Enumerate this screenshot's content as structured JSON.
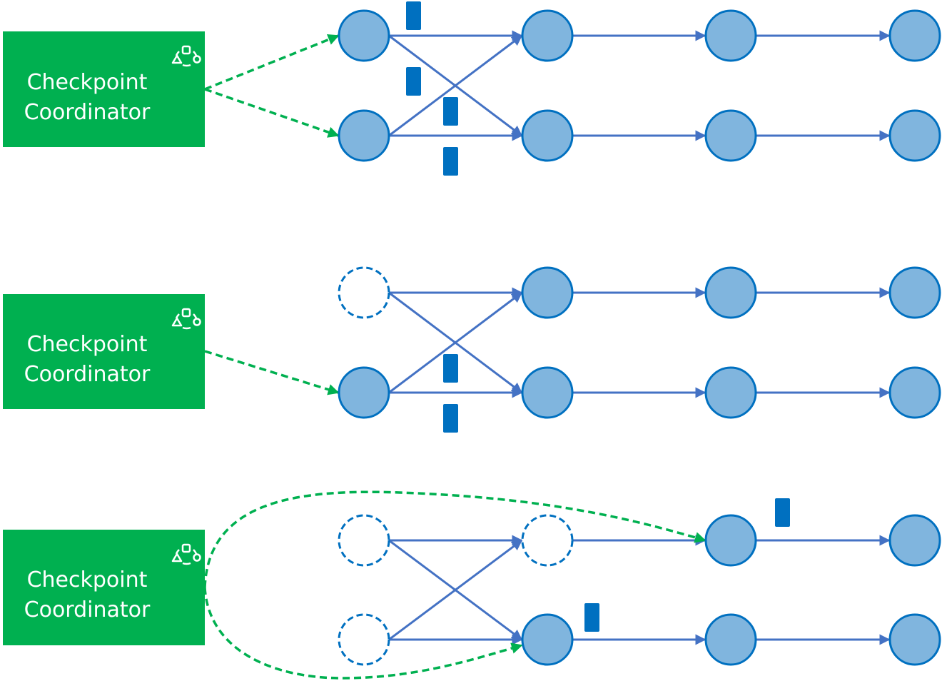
{
  "colors": {
    "coordinator_fill": "#00B050",
    "coordinator_text": "#FFFFFF",
    "node_fill": "#80B5DE",
    "node_stroke": "#0070C0",
    "edge": "#4472C4",
    "barrier": "#0070C0",
    "trigger": "#00B050"
  },
  "panels": [
    {
      "name": "panel-1-initial-checkpoint",
      "coordinator": {
        "line1": "Checkpoint",
        "line2": "Coordinator",
        "icon": "coordination-icon"
      },
      "nodes": [
        {
          "col": 0,
          "row": 0,
          "state": "active"
        },
        {
          "col": 0,
          "row": 1,
          "state": "active"
        },
        {
          "col": 1,
          "row": 0,
          "state": "active"
        },
        {
          "col": 1,
          "row": 1,
          "state": "active"
        },
        {
          "col": 2,
          "row": 0,
          "state": "active"
        },
        {
          "col": 2,
          "row": 1,
          "state": "active"
        },
        {
          "col": 3,
          "row": 0,
          "state": "active"
        },
        {
          "col": 3,
          "row": 1,
          "state": "active"
        }
      ],
      "triggers": [
        {
          "to_col": 0,
          "to_row": 0,
          "style": "straight"
        },
        {
          "to_col": 0,
          "to_row": 1,
          "style": "straight"
        }
      ],
      "barriers": [
        {
          "stage": 0,
          "slot": "top-above"
        },
        {
          "stage": 0,
          "slot": "top-below"
        },
        {
          "stage": 0,
          "slot": "bottom-above"
        },
        {
          "stage": 0,
          "slot": "bottom-below"
        }
      ]
    },
    {
      "name": "panel-2-partial-checkpoint",
      "coordinator": {
        "line1": "Checkpoint",
        "line2": "Coordinator",
        "icon": "coordination-icon"
      },
      "nodes": [
        {
          "col": 0,
          "row": 0,
          "state": "finished"
        },
        {
          "col": 0,
          "row": 1,
          "state": "active"
        },
        {
          "col": 1,
          "row": 0,
          "state": "active"
        },
        {
          "col": 1,
          "row": 1,
          "state": "active"
        },
        {
          "col": 2,
          "row": 0,
          "state": "active"
        },
        {
          "col": 2,
          "row": 1,
          "state": "active"
        },
        {
          "col": 3,
          "row": 0,
          "state": "active"
        },
        {
          "col": 3,
          "row": 1,
          "state": "active"
        }
      ],
      "triggers": [
        {
          "to_col": 0,
          "to_row": 1,
          "style": "straight"
        }
      ],
      "barriers": [
        {
          "stage": 0,
          "slot": "bottom-above"
        },
        {
          "stage": 0,
          "slot": "bottom-below"
        }
      ]
    },
    {
      "name": "panel-3-downstream-checkpoint",
      "coordinator": {
        "line1": "Checkpoint",
        "line2": "Coordinator",
        "icon": "coordination-icon"
      },
      "nodes": [
        {
          "col": 0,
          "row": 0,
          "state": "finished"
        },
        {
          "col": 0,
          "row": 1,
          "state": "finished"
        },
        {
          "col": 1,
          "row": 0,
          "state": "finished"
        },
        {
          "col": 1,
          "row": 1,
          "state": "active"
        },
        {
          "col": 2,
          "row": 0,
          "state": "active"
        },
        {
          "col": 2,
          "row": 1,
          "state": "active"
        },
        {
          "col": 3,
          "row": 0,
          "state": "active"
        },
        {
          "col": 3,
          "row": 1,
          "state": "active"
        }
      ],
      "triggers": [
        {
          "to_col": 2,
          "to_row": 0,
          "style": "curve-top"
        },
        {
          "to_col": 1,
          "to_row": 1,
          "style": "curve-bottom"
        }
      ],
      "barriers": [
        {
          "stage": 2,
          "slot": "top-above"
        },
        {
          "stage": 1,
          "slot": "bottom-above"
        }
      ]
    }
  ]
}
